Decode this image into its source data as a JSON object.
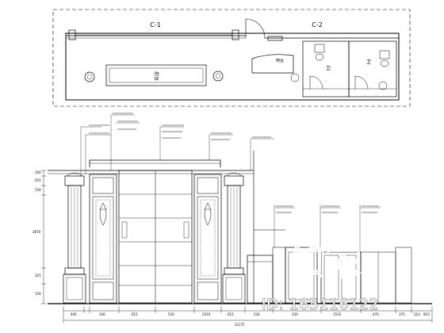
{
  "plan": {
    "zone_labels": [
      "C-1",
      "C-2"
    ],
    "reception_label": "前台",
    "room_labels": [
      "卫",
      "卫"
    ],
    "counter_label": "吧台"
  },
  "elevation": {
    "top_annotations": [
      "Ⓐ",
      "Ⓑ",
      "Ⓒ",
      "Ⓓ",
      "Ⓔ",
      "Ⓕ",
      "Ⓖ"
    ],
    "left_dims": [
      "100",
      "455",
      "150",
      "2870",
      "325",
      "150"
    ],
    "bottom_dims": [
      "445",
      "330",
      "615",
      "530",
      "2410",
      "615",
      "530",
      "330",
      "1510",
      "470",
      "375",
      "210",
      "810"
    ],
    "total_dim": "12175"
  },
  "watermark": {
    "logo_text": "知末",
    "id_text": "ID: 165116122"
  }
}
